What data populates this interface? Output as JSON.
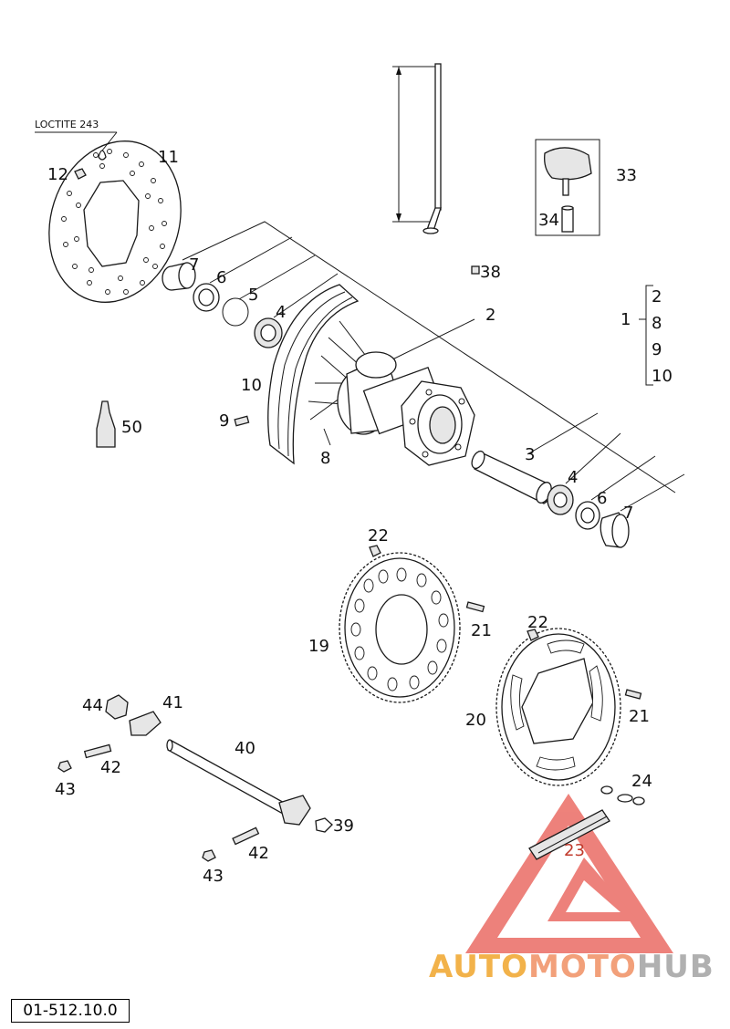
{
  "diagram": {
    "note_loctite": "LOCTITE 243",
    "document_number": "01-512.10.0",
    "callouts": {
      "c1": "1",
      "c2a": "2",
      "c2b": "2",
      "c3": "3",
      "c4a": "4",
      "c4b": "4",
      "c5": "5",
      "c6a": "6",
      "c6b": "6",
      "c7a": "7",
      "c7b": "7",
      "c8a": "8",
      "c8b": "8",
      "c9a": "9",
      "c9b": "9",
      "c10a": "10",
      "c10b": "10",
      "c11": "11",
      "c12": "12",
      "c19": "19",
      "c20": "20",
      "c21a": "21",
      "c21b": "21",
      "c22a": "22",
      "c22b": "22",
      "c23": "23",
      "c24": "24",
      "c33": "33",
      "c34": "34",
      "c38": "38",
      "c39": "39",
      "c40": "40",
      "c41": "41",
      "c42a": "42",
      "c42b": "42",
      "c43a": "43",
      "c43b": "43",
      "c44": "44",
      "c50": "50"
    }
  },
  "watermark": {
    "part1": "AUTO",
    "part2": "MOTO",
    "part3": "HUB",
    "colors": {
      "triangle": "#e8584f",
      "auto": "#f2b24a",
      "moto": "#f2a07a",
      "hub": "#b0b0b0"
    }
  }
}
